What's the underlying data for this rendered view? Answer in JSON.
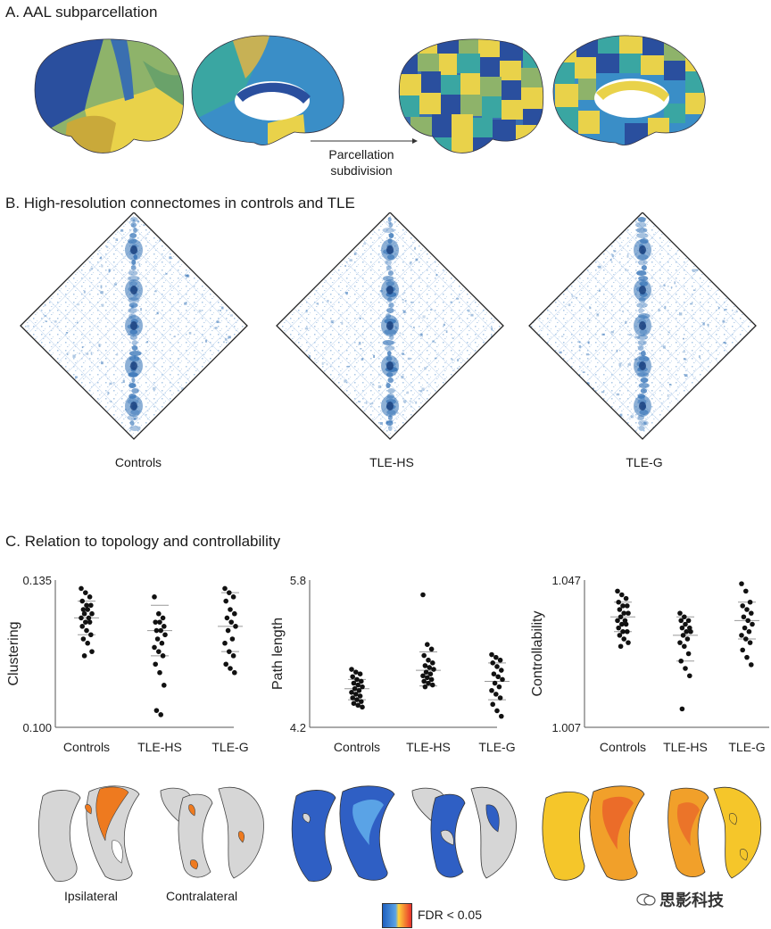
{
  "section_a": {
    "title": "A.  AAL subparcellation",
    "arrow_label_line1": "Parcellation",
    "arrow_label_line2": "subdivision"
  },
  "section_b": {
    "title": "B.  High-resolution connectomes in controls and TLE",
    "matrix_labels": [
      "Controls",
      "TLE-HS",
      "TLE-G"
    ]
  },
  "section_c": {
    "title": "C.  Relation to topology and controllability",
    "surface_labels": [
      "Ipsilateral",
      "Contralateral"
    ],
    "colorbar_label": "FDR < 0.05"
  },
  "watermark": "思影科技",
  "colors": {
    "brain_blue": "#2a4f9e",
    "brain_teal": "#3aa6a2",
    "brain_yellow": "#e9d24a",
    "brain_green": "#8eb36a",
    "matrix_blue": "#2f6fb5",
    "surface_orange": "#ee7a1f",
    "surface_gray": "#d6d6d6"
  },
  "chart_data": [
    {
      "type": "scatter",
      "ylabel": "Clustering",
      "ylim": [
        0.1,
        0.135
      ],
      "ytick_labels": [
        "0.135",
        "0.100"
      ],
      "categories": [
        "Controls",
        "TLE-HS",
        "TLE-G"
      ],
      "series": [
        {
          "category": "Controls",
          "values": [
            0.133,
            0.132,
            0.131,
            0.13,
            0.129,
            0.129,
            0.128,
            0.128,
            0.127,
            0.127,
            0.126,
            0.126,
            0.125,
            0.125,
            0.124,
            0.123,
            0.122,
            0.121,
            0.12,
            0.118,
            0.117
          ],
          "mean": 0.126,
          "sd": [
            0.122,
            0.13
          ]
        },
        {
          "category": "TLE-HS",
          "values": [
            0.131,
            0.127,
            0.126,
            0.125,
            0.125,
            0.124,
            0.123,
            0.123,
            0.122,
            0.121,
            0.12,
            0.119,
            0.118,
            0.117,
            0.115,
            0.113,
            0.11,
            0.104,
            0.103
          ],
          "mean": 0.123,
          "sd": [
            0.117,
            0.129
          ]
        },
        {
          "category": "TLE-G",
          "values": [
            0.133,
            0.132,
            0.131,
            0.13,
            0.128,
            0.127,
            0.126,
            0.125,
            0.124,
            0.123,
            0.121,
            0.12,
            0.118,
            0.117,
            0.115,
            0.114,
            0.113
          ],
          "mean": 0.124,
          "sd": [
            0.118,
            0.132
          ]
        }
      ]
    },
    {
      "type": "scatter",
      "ylabel": "Path length",
      "ylim": [
        4.2,
        5.8
      ],
      "ytick_labels": [
        "5.8",
        "4.2"
      ],
      "categories": [
        "Controls",
        "TLE-HS",
        "TLE-G"
      ],
      "series": [
        {
          "category": "Controls",
          "values": [
            4.83,
            4.8,
            4.78,
            4.75,
            4.72,
            4.7,
            4.68,
            4.66,
            4.64,
            4.62,
            4.6,
            4.58,
            4.56,
            4.54,
            4.52,
            4.5,
            4.48,
            4.46,
            4.44,
            4.42
          ],
          "mean": 4.62,
          "sd": [
            4.5,
            4.72
          ]
        },
        {
          "category": "TLE-HS",
          "values": [
            5.64,
            5.1,
            5.05,
            4.98,
            4.93,
            4.9,
            4.87,
            4.85,
            4.83,
            4.8,
            4.78,
            4.76,
            4.74,
            4.72,
            4.7,
            4.68,
            4.66,
            4.64
          ],
          "mean": 4.82,
          "sd": [
            4.65,
            5.02
          ]
        },
        {
          "category": "TLE-G",
          "values": [
            4.99,
            4.96,
            4.93,
            4.9,
            4.86,
            4.82,
            4.78,
            4.75,
            4.72,
            4.68,
            4.64,
            4.6,
            4.56,
            4.52,
            4.45,
            4.38,
            4.32
          ],
          "mean": 4.7,
          "sd": [
            4.5,
            4.9
          ]
        }
      ]
    },
    {
      "type": "scatter",
      "ylabel": "Controllability",
      "ylim": [
        1.007,
        1.047
      ],
      "ytick_labels": [
        "1.047",
        "1.007"
      ],
      "categories": [
        "Controls",
        "TLE-HS",
        "TLE-G"
      ],
      "series": [
        {
          "category": "Controls",
          "values": [
            1.044,
            1.043,
            1.042,
            1.041,
            1.04,
            1.04,
            1.039,
            1.038,
            1.038,
            1.037,
            1.036,
            1.036,
            1.035,
            1.035,
            1.034,
            1.033,
            1.033,
            1.032,
            1.031,
            1.03,
            1.029
          ],
          "mean": 1.037,
          "sd": [
            1.033,
            1.041
          ]
        },
        {
          "category": "TLE-HS",
          "values": [
            1.038,
            1.037,
            1.036,
            1.036,
            1.035,
            1.034,
            1.034,
            1.033,
            1.033,
            1.032,
            1.031,
            1.03,
            1.029,
            1.027,
            1.025,
            1.023,
            1.021,
            1.012
          ],
          "mean": 1.032,
          "sd": [
            1.025,
            1.037
          ]
        },
        {
          "category": "TLE-G",
          "values": [
            1.046,
            1.044,
            1.041,
            1.04,
            1.039,
            1.038,
            1.037,
            1.036,
            1.035,
            1.034,
            1.033,
            1.032,
            1.031,
            1.03,
            1.028,
            1.026,
            1.024
          ],
          "mean": 1.036,
          "sd": [
            1.031,
            1.041
          ]
        }
      ]
    }
  ]
}
